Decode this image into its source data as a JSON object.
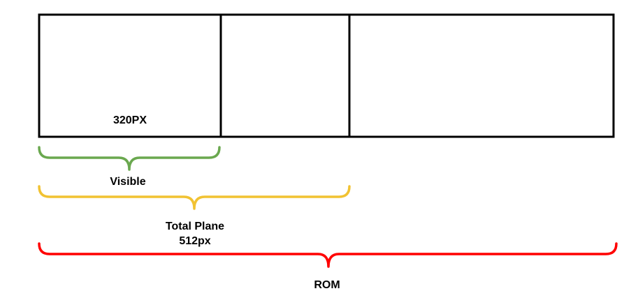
{
  "diagram": {
    "segments": {
      "visible_width_label": "320PX"
    },
    "braces": {
      "visible": {
        "label": "Visible",
        "color": "#6aa84f"
      },
      "total_plane": {
        "label_line1": "Total Plane",
        "label_line2": "512px",
        "color": "#f1c232"
      },
      "rom": {
        "label": "ROM",
        "color": "#ff0000"
      }
    },
    "outline_color": "#000000"
  }
}
